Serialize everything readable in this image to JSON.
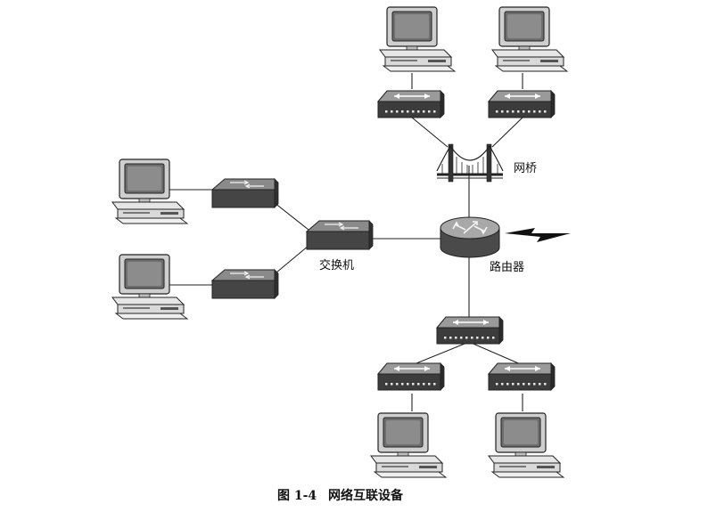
{
  "labels": {
    "bridge": "网桥",
    "switch": "交换机",
    "router": "路由器"
  },
  "caption": {
    "number": "图 1-4",
    "title": "网络互联设备"
  },
  "icons": {
    "computer": "desktop-computer-icon",
    "switch": "switch-icon",
    "hub": "hub-icon",
    "bridge": "bridge-icon",
    "router": "router-icon",
    "wan": "lightning-bolt-icon"
  },
  "colors": {
    "device_dark": "#3a3a3a",
    "device_mid": "#6b6b6b",
    "device_light": "#d6d6d6",
    "line": "#222222"
  }
}
